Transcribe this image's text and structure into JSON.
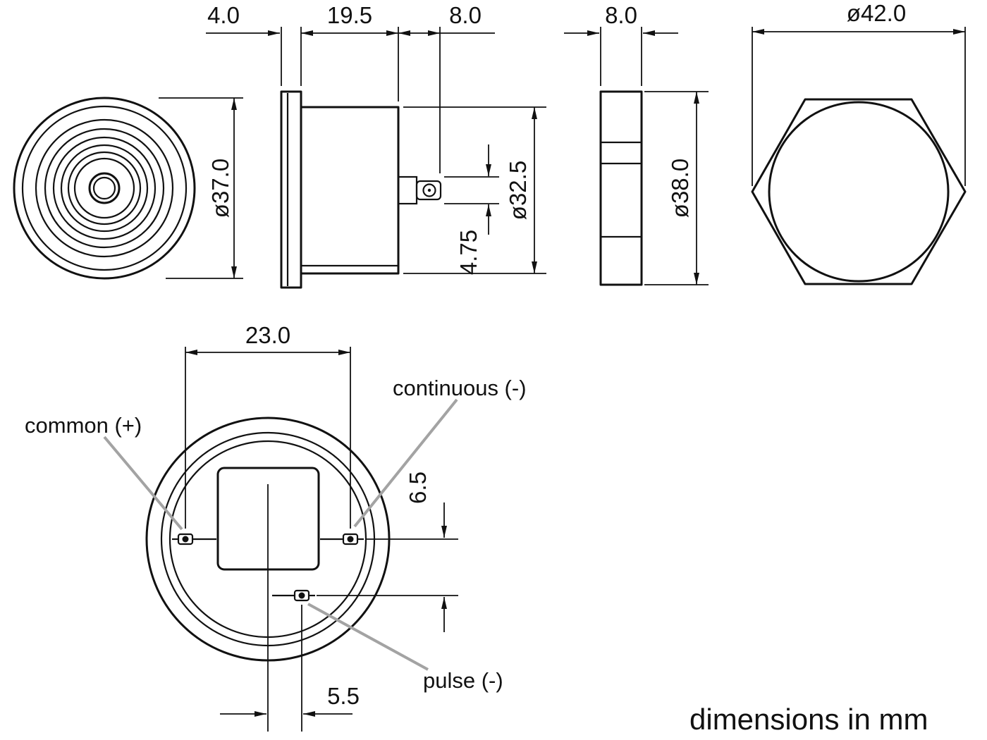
{
  "dimensions": {
    "flange_thickness": "4.0",
    "body_depth": "19.5",
    "terminal_length": "8.0",
    "bezel_diameter": "ø37.0",
    "body_diameter": "ø32.5",
    "terminal_width": "4.75",
    "nut_thickness": "8.0",
    "nut_diameter": "ø38.0",
    "hex_diameter": "ø42.0",
    "terminal_spacing": "23.0",
    "pulse_terminal_vertical_offset": "6.5",
    "pulse_terminal_horizontal_offset": "5.5"
  },
  "terminal_labels": {
    "common": "common (+)",
    "continuous": "continuous (-)",
    "pulse": "pulse (-)"
  },
  "notes": {
    "units": "dimensions in mm"
  },
  "colors": {
    "line": "#111111",
    "leader": "#a3a3a3",
    "background": "#ffffff"
  }
}
